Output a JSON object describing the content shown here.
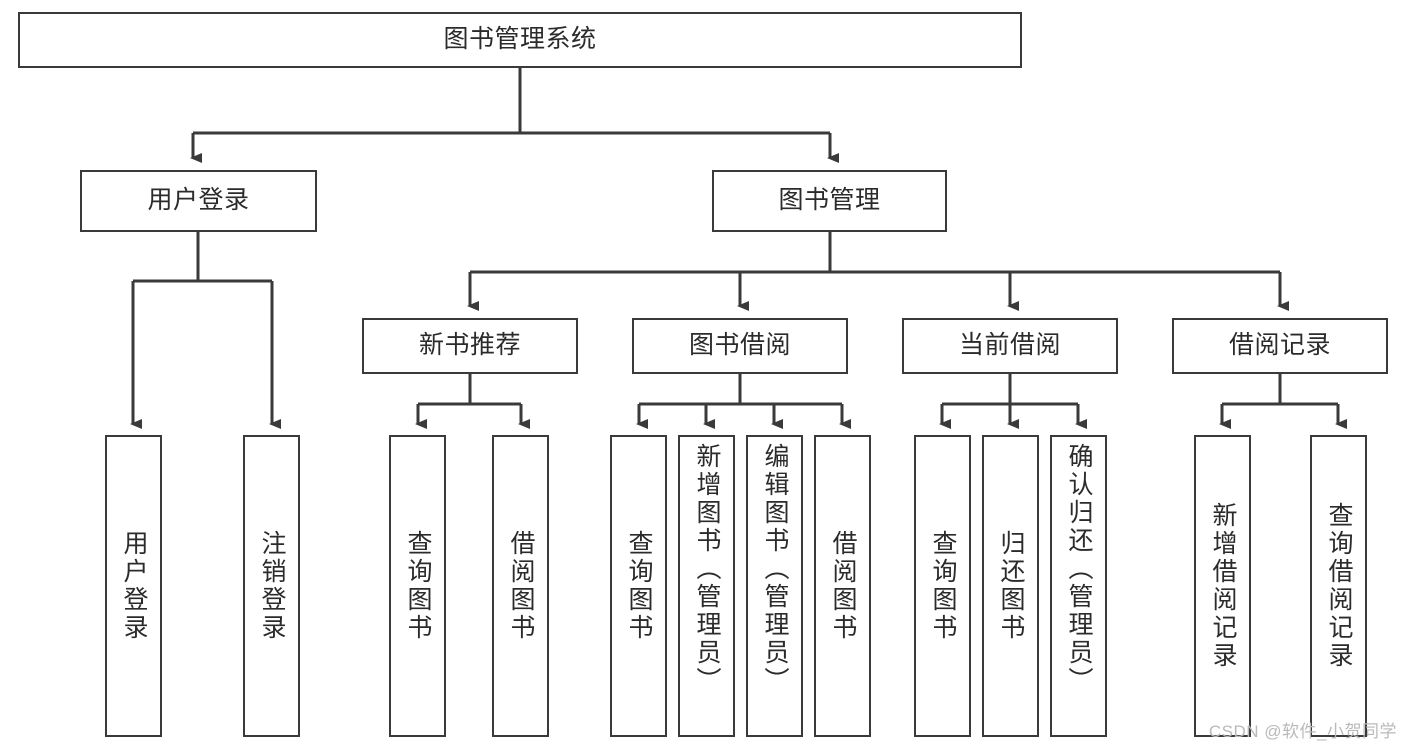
{
  "diagram": {
    "type": "tree-hierarchy",
    "title": "图书管理系统",
    "watermark": "CSDN @软件_小贺同学",
    "colors": {
      "stroke": "#3a3a3a",
      "box_fill": "#ffffff",
      "text": "#2b2b2b",
      "background": "#ffffff",
      "watermark": "#b9b9b9"
    },
    "root": {
      "label": "图书管理系统"
    },
    "level2": [
      {
        "label": "用户登录"
      },
      {
        "label": "图书管理"
      }
    ],
    "level3": [
      {
        "label": "新书推荐"
      },
      {
        "label": "图书借阅"
      },
      {
        "label": "当前借阅"
      },
      {
        "label": "借阅记录"
      }
    ],
    "leaves": {
      "user_login": [
        {
          "label": "用户登录"
        },
        {
          "label": "注销登录"
        }
      ],
      "new_book": [
        {
          "label": "查询图书"
        },
        {
          "label": "借阅图书"
        }
      ],
      "book_borrow": [
        {
          "label": "查询图书"
        },
        {
          "label": "新增图书（管理员）"
        },
        {
          "label": "编辑图书（管理员）"
        },
        {
          "label": "借阅图书"
        }
      ],
      "current_borrow": [
        {
          "label": "查询图书"
        },
        {
          "label": "归还图书"
        },
        {
          "label": "确认归还（管理员）"
        }
      ],
      "borrow_record": [
        {
          "label": "新增借阅记录"
        },
        {
          "label": "查询借阅记录"
        }
      ]
    }
  }
}
